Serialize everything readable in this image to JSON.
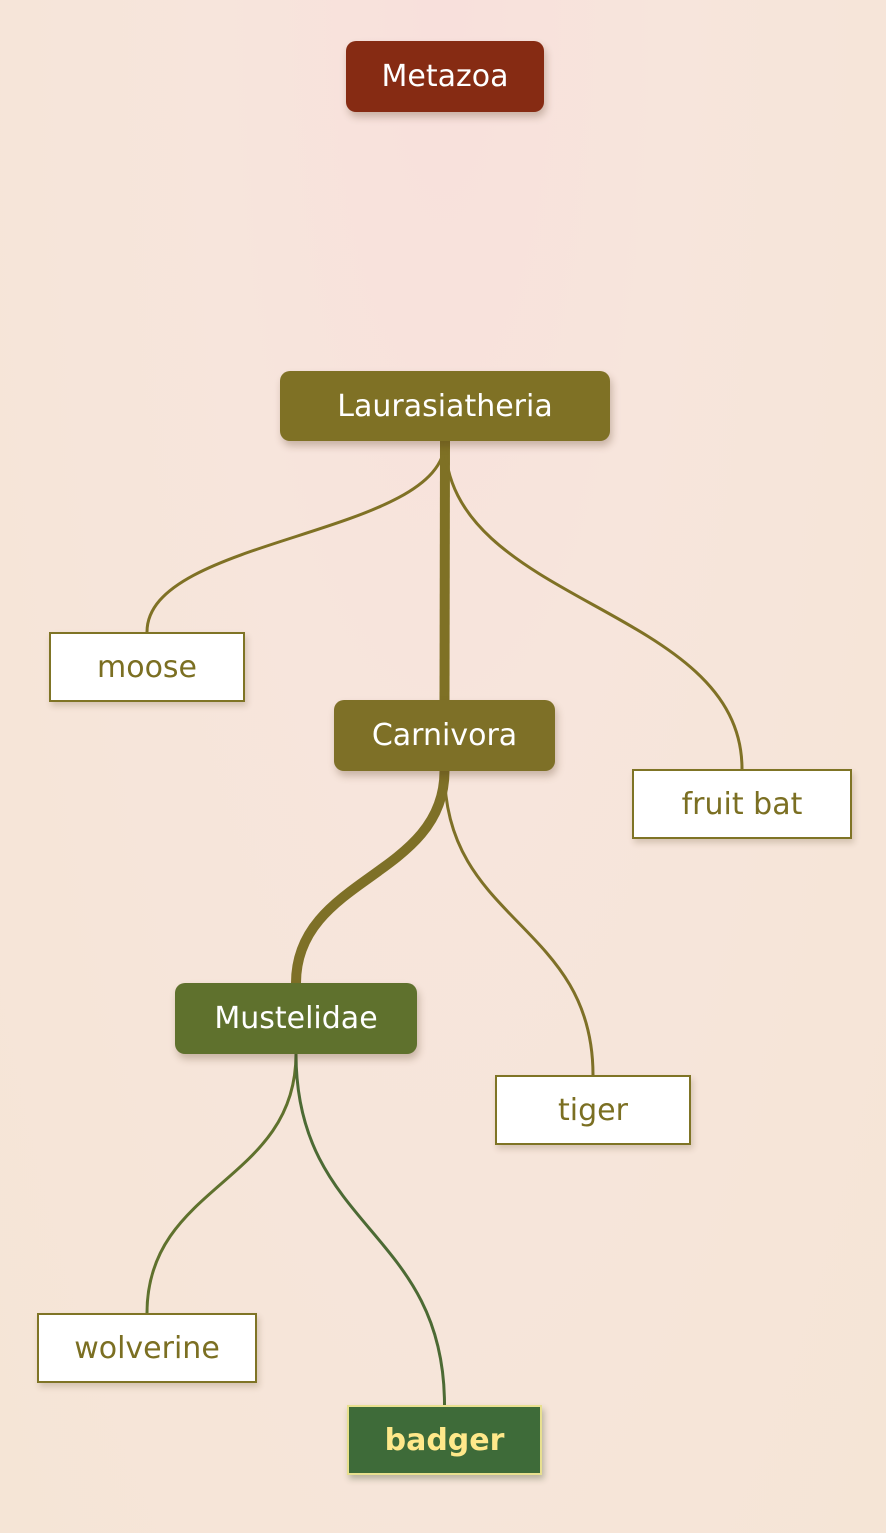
{
  "tree": {
    "nodes": {
      "metazoa": {
        "label": "Metazoa",
        "kind": "internal",
        "color": "#862b13"
      },
      "laurasiatheria": {
        "label": "Laurasiatheria",
        "kind": "internal",
        "color": "#7f7125"
      },
      "carnivora": {
        "label": "Carnivora",
        "kind": "internal",
        "color": "#7e7027"
      },
      "mustelidae": {
        "label": "Mustelidae",
        "kind": "internal",
        "color": "#5f712d"
      },
      "moose": {
        "label": "moose",
        "kind": "leaf"
      },
      "fruit_bat": {
        "label": "fruit bat",
        "kind": "leaf"
      },
      "tiger": {
        "label": "tiger",
        "kind": "leaf"
      },
      "wolverine": {
        "label": "wolverine",
        "kind": "leaf"
      },
      "badger": {
        "label": "badger",
        "kind": "leaf",
        "highlighted": true
      }
    },
    "edges": [
      {
        "from": "metazoa",
        "to": "laurasiatheria",
        "emphasis": "path"
      },
      {
        "from": "laurasiatheria",
        "to": "moose",
        "emphasis": "normal"
      },
      {
        "from": "laurasiatheria",
        "to": "carnivora",
        "emphasis": "path"
      },
      {
        "from": "laurasiatheria",
        "to": "fruit_bat",
        "emphasis": "normal"
      },
      {
        "from": "carnivora",
        "to": "mustelidae",
        "emphasis": "path"
      },
      {
        "from": "carnivora",
        "to": "tiger",
        "emphasis": "normal"
      },
      {
        "from": "mustelidae",
        "to": "wolverine",
        "emphasis": "normal"
      },
      {
        "from": "mustelidae",
        "to": "badger",
        "emphasis": "normal"
      }
    ]
  }
}
